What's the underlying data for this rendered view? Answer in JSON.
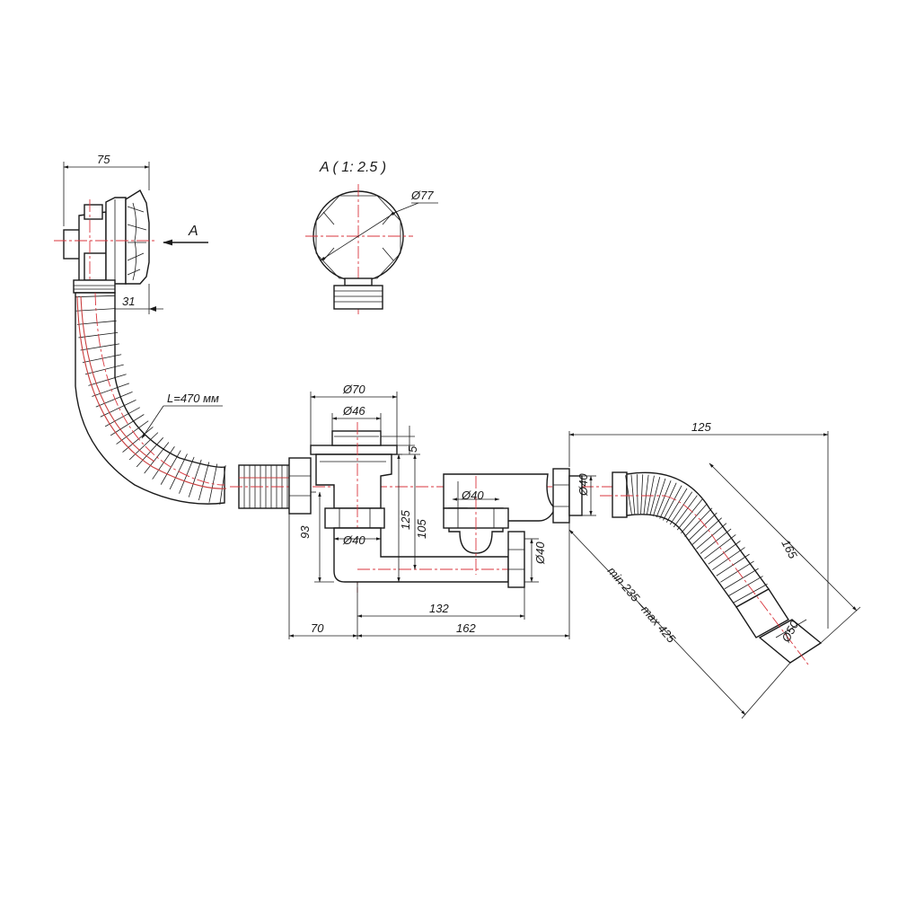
{
  "detail_view": {
    "title": "A ( 1: 2.5 )",
    "diameter": "Ø77"
  },
  "view_arrow": {
    "label": "A"
  },
  "overflow": {
    "width": "75",
    "depth": "31",
    "hose_length": "L=470 мм"
  },
  "drain": {
    "outer_diameter": "Ø70",
    "plug_diameter": "Ø46",
    "plug_height": "5",
    "outlet_diameter": "Ø40",
    "height_93": "93",
    "height_105": "105",
    "height_125": "125"
  },
  "siphon": {
    "inlet_diameter": "Ø40",
    "outlet_diameter": "Ø40",
    "connector_diameter": "Ø40",
    "span_132": "132",
    "span_162": "162",
    "offset_70": "70"
  },
  "flex_hose": {
    "width": "125",
    "height": "165",
    "length_range": "min 235 –max 425",
    "end_diameter": "Ø50"
  }
}
